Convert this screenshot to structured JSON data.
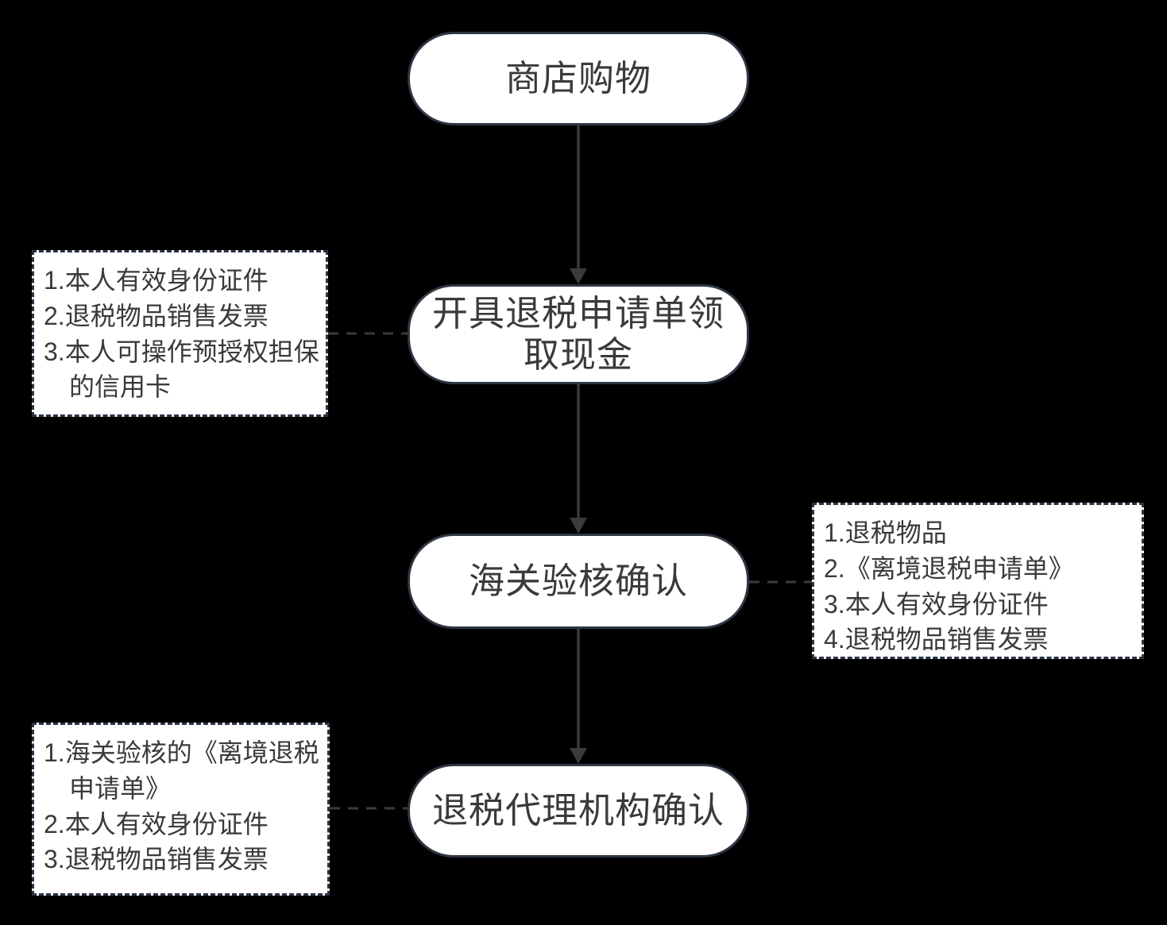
{
  "diagram": {
    "background": "#000000",
    "node_fill": "#ffffff",
    "node_border_color": "#2e3643",
    "note_border_color": "#2a3342",
    "text_color": "#3a3a3a",
    "connector_color": "#3b3b3b",
    "nodes": [
      {
        "id": "shop-purchase",
        "label": "商店购物"
      },
      {
        "id": "issue-refund-form",
        "label": "开具退税申请单领\n取现金"
      },
      {
        "id": "customs-verification",
        "label": "海关验核确认"
      },
      {
        "id": "refund-agency-confirmation",
        "label": "退税代理机构确认"
      }
    ],
    "notes": [
      {
        "id": "issue-requirements",
        "text": "1.本人有效身份证件\n2.退税物品销售发票\n3.本人可操作预授权担保\n　的信用卡"
      },
      {
        "id": "customs-requirements",
        "text": "1.退税物品\n2.《离境退税申请单》\n3.本人有效身份证件\n4.退税物品销售发票"
      },
      {
        "id": "agency-requirements",
        "text": "1.海关验核的《离境退税\n　申请单》\n2.本人有效身份证件\n3.退税物品销售发票"
      }
    ]
  }
}
